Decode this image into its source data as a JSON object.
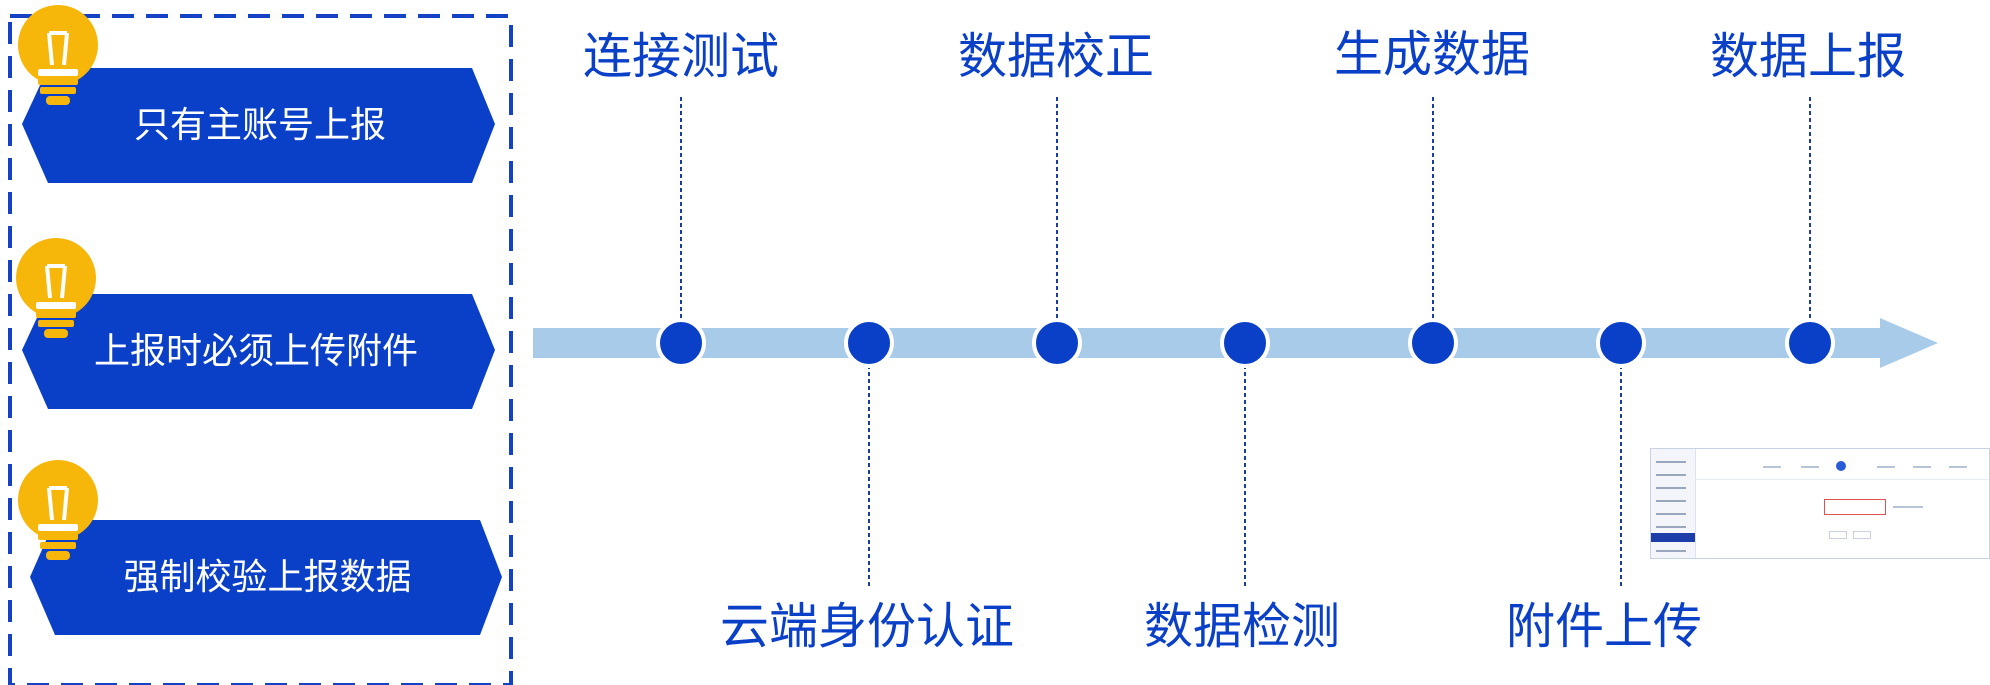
{
  "colors": {
    "primary_blue": "#0a3fc8",
    "timeline_bar": "#a9cbea",
    "bulb_yellow": "#f7b60a",
    "frame_dash": "#1542c4",
    "connector": "#1a3f9a"
  },
  "features": [
    {
      "label": "只有主账号上报",
      "icon": "lightbulb-icon"
    },
    {
      "label": "上报时必须上传附件",
      "icon": "lightbulb-icon"
    },
    {
      "label": "强制校验上报数据",
      "icon": "lightbulb-icon"
    }
  ],
  "timeline": {
    "steps": [
      {
        "label": "连接测试",
        "position": "above"
      },
      {
        "label": "云端身份认证",
        "position": "below"
      },
      {
        "label": "数据校正",
        "position": "above"
      },
      {
        "label": "数据检测",
        "position": "below"
      },
      {
        "label": "生成数据",
        "position": "above"
      },
      {
        "label": "附件上传",
        "position": "below"
      },
      {
        "label": "数据上报",
        "position": "above"
      }
    ]
  },
  "screenshot_thumbnail": {
    "icon": "upload-page-screenshot"
  }
}
